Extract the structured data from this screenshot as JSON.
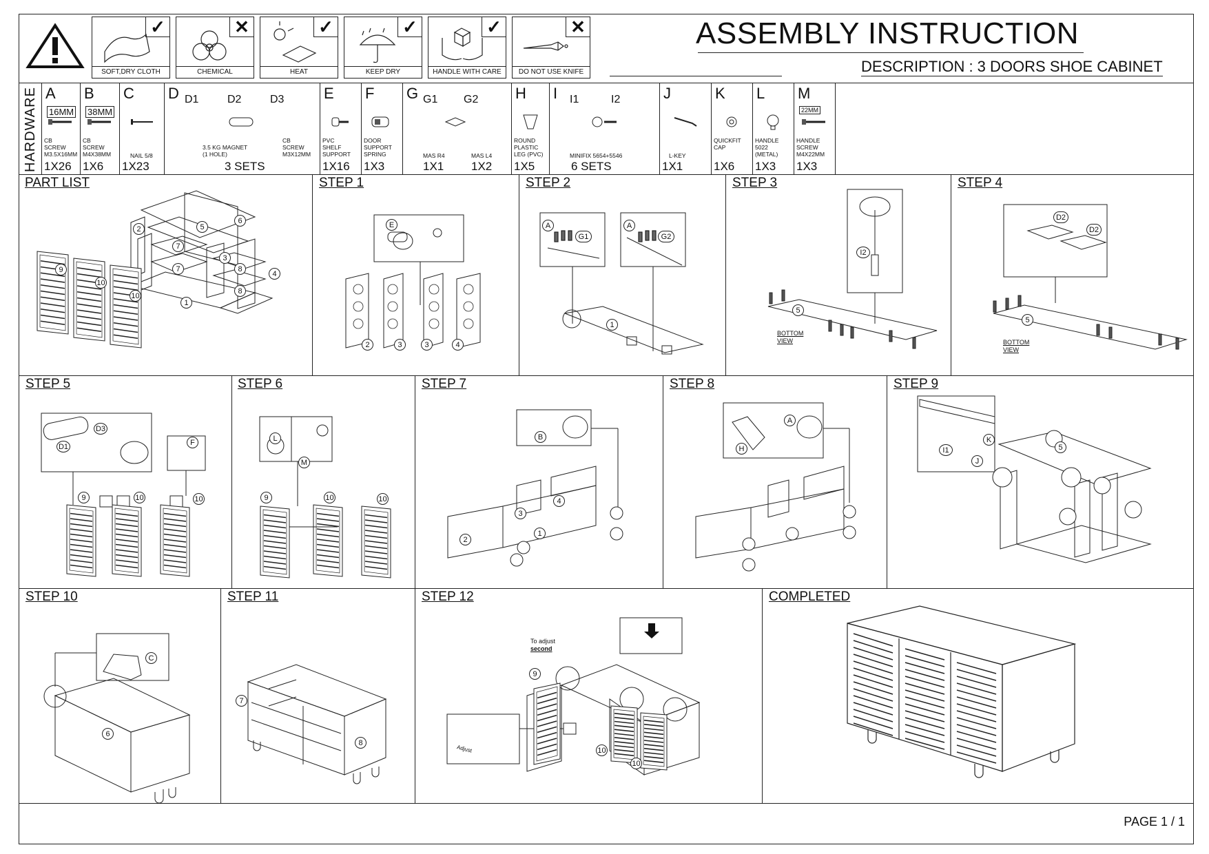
{
  "header": {
    "title": "ASSEMBLY INSTRUCTION",
    "description": "DESCRIPTION : 3 DOORS SHOE CABINET"
  },
  "care_icons": [
    {
      "label": "SOFT,DRY CLOTH",
      "mark": "✓",
      "icon": "cloth-icon"
    },
    {
      "label": "CHEMICAL",
      "mark": "✕",
      "icon": "biohazard-icon"
    },
    {
      "label": "HEAT",
      "mark": "✓",
      "icon": "sun-icon"
    },
    {
      "label": "KEEP DRY",
      "mark": "✓",
      "icon": "umbrella-icon"
    },
    {
      "label": "HANDLE WITH CARE",
      "mark": "✓",
      "icon": "hands-box-icon"
    },
    {
      "label": "DO NOT USE KNIFE",
      "mark": "✕",
      "icon": "knife-icon"
    }
  ],
  "hardware": {
    "heading": "HARDWARE",
    "items": [
      {
        "letter": "A",
        "size": "16MM",
        "desc": "CB\nSCREW\nM3.5X16MM",
        "qty": "1X26"
      },
      {
        "letter": "B",
        "size": "38MM",
        "desc": "CB\nSCREW\nM4X38MM",
        "qty": "1X6"
      },
      {
        "letter": "C",
        "desc": "NAIL 5/8",
        "qty": "1X23"
      },
      {
        "letter": "D",
        "subs": [
          "D1",
          "D2",
          "D3"
        ],
        "desc": "3.5 KG MAGNET\n(1 HOLE)",
        "desc2": "CB\nSCREW\nM3X12MM",
        "qty": "3 SETS"
      },
      {
        "letter": "E",
        "desc": "PVC\nSHELF\nSUPPORT",
        "qty": "1X16"
      },
      {
        "letter": "F",
        "desc": "DOOR\nSUPPORT\nSPRING",
        "qty": "1X3"
      },
      {
        "letter": "G",
        "subs": [
          "G1",
          "G2"
        ],
        "desc": "MAS R4",
        "desc2": "MAS L4",
        "qty": "1X1",
        "qty2": "1X2"
      },
      {
        "letter": "H",
        "desc": "ROUND\nPLASTIC\nLEG (PVC)",
        "qty": "1X5"
      },
      {
        "letter": "I",
        "subs": [
          "I1",
          "I2"
        ],
        "desc": "MINIFIX 5654+5546",
        "qty": "6 SETS"
      },
      {
        "letter": "J",
        "desc": "L-KEY",
        "qty": "1X1"
      },
      {
        "letter": "K",
        "desc": "QUICKFIT\nCAP",
        "qty": "1X6"
      },
      {
        "letter": "L",
        "desc": "HANDLE\n5022\n(METAL)",
        "qty": "1X3"
      },
      {
        "letter": "M",
        "size": "22MM",
        "desc": "HANDLE\nSCREW\nM4X22MM",
        "qty": "1X3"
      }
    ]
  },
  "sections": {
    "part_list": "PART LIST",
    "step1": "STEP 1",
    "step2": "STEP 2",
    "step3": "STEP 3",
    "step4": "STEP 4",
    "step5": "STEP 5",
    "step6": "STEP 6",
    "step7": "STEP 7",
    "step8": "STEP 8",
    "step9": "STEP 9",
    "step10": "STEP 10",
    "step11": "STEP 11",
    "step12": "STEP 12",
    "completed": "COMPLETED"
  },
  "labels": {
    "bottom_view": "BOTTOM\nVIEW",
    "to_adjust": "To adjust",
    "second": "second",
    "adjust": "Adjust"
  },
  "footer": {
    "page": "PAGE 1 / 1"
  }
}
